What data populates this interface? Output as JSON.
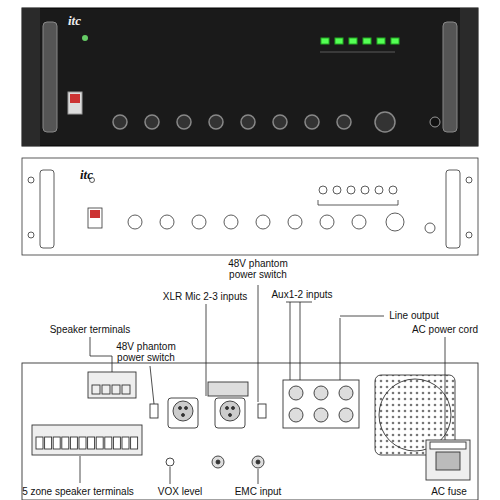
{
  "diagram": {
    "labels": [
      "itc",
      "itc",
      "48V phantom power switch",
      "XLR Mic 2-3 inputs",
      "Aux1-2 inputs",
      "Line output",
      "AC power cord",
      "Speaker terminals",
      "48V phantom power switch",
      "5 zone speaker terminals",
      "VOX level",
      "EMC input",
      "AC fuse"
    ]
  }
}
